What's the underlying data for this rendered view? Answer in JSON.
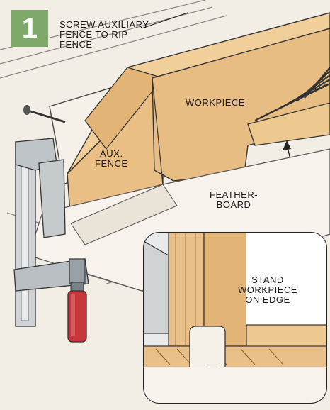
{
  "step": {
    "number": "1"
  },
  "labels": {
    "instruction": [
      "SCREW AUXILIARY",
      "FENCE TO RIP",
      "FENCE"
    ],
    "workpiece": "WORKPIECE",
    "aux_fence": [
      "AUX.",
      "FENCE"
    ],
    "featherboard": [
      "FEATHER-",
      "BOARD"
    ],
    "inset_note": [
      "STAND",
      "WORKPIECE",
      "ON EDGE"
    ]
  },
  "colors": {
    "step_badge": "#7fa96a",
    "wood": "#e9c08a",
    "wood_dark": "#d9a86a",
    "clamp_handle": "#c8383a",
    "paper": "#f3eee5"
  }
}
